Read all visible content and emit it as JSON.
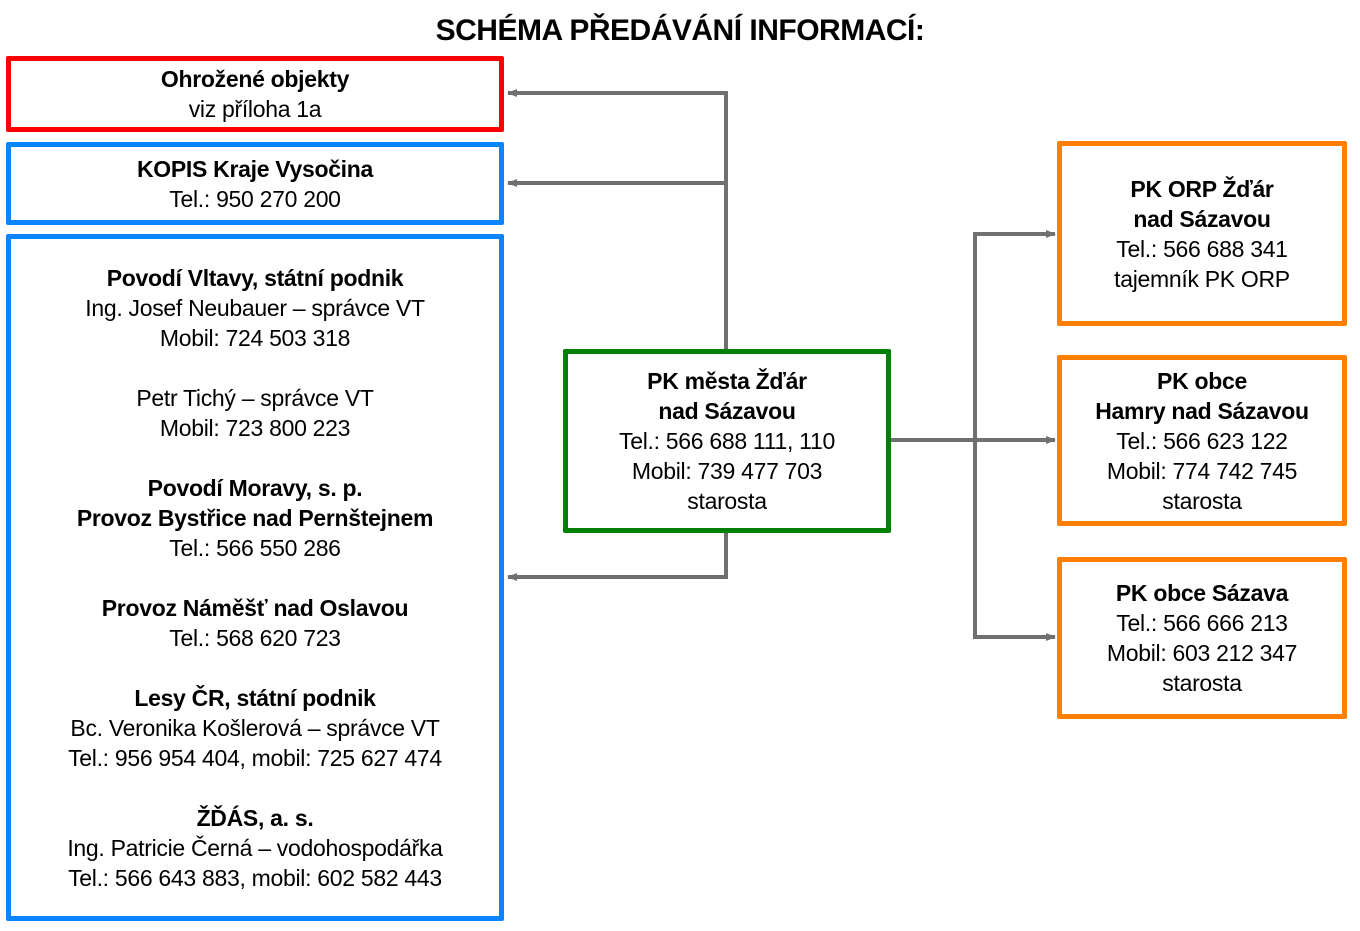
{
  "title": "SCHÉMA PŘEDÁVÁNÍ INFORMACÍ:",
  "colors": {
    "red": "#ff0000",
    "blue": "#0a84ff",
    "green": "#008000",
    "orange": "#ff8000",
    "arrow": "#707070"
  },
  "threatened": {
    "name": "Ohrožené objekty",
    "note": "viz příloha 1a"
  },
  "kopis": {
    "name": "KOPIS Kraje Vysočina",
    "tel": "Tel.: 950 270 200"
  },
  "contacts": [
    {
      "lines": [
        {
          "t": "Povodí Vltavy, státní podnik",
          "bold": true
        },
        {
          "t": "Ing. Josef Neubauer – správce VT"
        },
        {
          "t": "Mobil: 724 503 318"
        }
      ]
    },
    {
      "lines": [
        {
          "t": "Petr Tichý – správce VT"
        },
        {
          "t": "Mobil: 723 800 223"
        }
      ]
    },
    {
      "lines": [
        {
          "t": "Povodí Moravy, s. p.",
          "bold": true
        },
        {
          "t": "Provoz Bystřice nad Pernštejnem",
          "bold": true
        },
        {
          "t": "Tel.: 566 550 286"
        }
      ]
    },
    {
      "lines": [
        {
          "t": "Provoz Náměšť nad Oslavou",
          "bold": true
        },
        {
          "t": "Tel.: 568 620 723"
        }
      ]
    },
    {
      "lines": [
        {
          "t": "Lesy ČR, státní podnik",
          "bold": true
        },
        {
          "t": "Bc. Veronika Košlerová – správce VT"
        },
        {
          "t": "Tel.: 956 954 404, mobil: 725 627 474"
        }
      ]
    },
    {
      "lines": [
        {
          "t": "ŽĎÁS, a. s.",
          "bold": true
        },
        {
          "t": "Ing. Patricie Černá – vodohospodářka"
        },
        {
          "t": "Tel.: 566 643 883, mobil: 602 582 443"
        }
      ]
    }
  ],
  "center": {
    "name1": "PK města Žďár",
    "name2": "nad Sázavou",
    "tel": "Tel.: 566 688 111, 110",
    "mobil": "Mobil: 739 477 703",
    "role": "starosta"
  },
  "orp": {
    "name1": "PK ORP Žďár",
    "name2": "nad Sázavou",
    "tel": "Tel.: 566 688 341",
    "role": "tajemník PK ORP"
  },
  "hamry": {
    "name1": "PK obce",
    "name2": "Hamry nad Sázavou",
    "tel": "Tel.: 566 623 122",
    "mobil": "Mobil: 774 742 745",
    "role": "starosta"
  },
  "sazava": {
    "name": "PK obce Sázava",
    "tel": "Tel.: 566 666 213",
    "mobil": "Mobil: 603 212 347",
    "role": "starosta"
  }
}
